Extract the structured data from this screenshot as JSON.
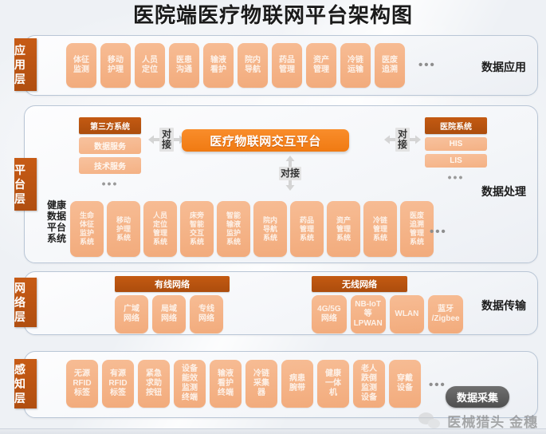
{
  "title": "医院端医疗物联网平台架构图",
  "layers": {
    "application": {
      "tag": "应用层",
      "right_label": "数据应用",
      "dots": "•••",
      "items": [
        {
          "l1": "体征",
          "l2": "监测"
        },
        {
          "l1": "移动",
          "l2": "护理"
        },
        {
          "l1": "人员",
          "l2": "定位"
        },
        {
          "l1": "医患",
          "l2": "沟通"
        },
        {
          "l1": "输液",
          "l2": "看护"
        },
        {
          "l1": "院内",
          "l2": "导航"
        },
        {
          "l1": "药品",
          "l2": "管理"
        },
        {
          "l1": "资产",
          "l2": "管理"
        },
        {
          "l1": "冷链",
          "l2": "运输"
        },
        {
          "l1": "医废",
          "l2": "追溯"
        }
      ]
    },
    "platform": {
      "tag": "平台层",
      "right_label": "数据处理",
      "core": "医疗物联网交互平台",
      "connector_left": {
        "c1": "对",
        "c2": "接"
      },
      "connector_right": {
        "c1": "对",
        "c2": "接"
      },
      "connector_bottom": "对接",
      "third_party": {
        "badge": "第三方系统",
        "items": [
          "数据服务",
          "技术服务"
        ],
        "dots": "•••"
      },
      "hospital": {
        "badge": "医院系统",
        "items": [
          "HIS",
          "LIS"
        ],
        "dots": "•••"
      },
      "health_platform_label": "健康数据平台系统",
      "dots": "•••",
      "systems": [
        {
          "lines": [
            "生命",
            "体征",
            "监护",
            "系统"
          ]
        },
        {
          "lines": [
            "移动",
            "护理",
            "系统"
          ]
        },
        {
          "lines": [
            "人员",
            "定位",
            "管理",
            "系统"
          ]
        },
        {
          "lines": [
            "床旁",
            "智能",
            "交互",
            "系统"
          ]
        },
        {
          "lines": [
            "智能",
            "输液",
            "监护",
            "系统"
          ]
        },
        {
          "lines": [
            "院内",
            "导航",
            "系统"
          ]
        },
        {
          "lines": [
            "药品",
            "管理",
            "系统"
          ]
        },
        {
          "lines": [
            "资产",
            "管理",
            "系统"
          ]
        },
        {
          "lines": [
            "冷链",
            "管理",
            "系统"
          ]
        },
        {
          "lines": [
            "医废",
            "追溯",
            "管理",
            "系统"
          ]
        }
      ]
    },
    "network": {
      "tag": "网络层",
      "right_label": "数据传输",
      "wired": {
        "badge": "有线网络",
        "items": [
          {
            "lines": [
              "广域",
              "网络"
            ]
          },
          {
            "lines": [
              "局域",
              "网络"
            ]
          },
          {
            "lines": [
              "专线",
              "网络"
            ]
          }
        ]
      },
      "wireless": {
        "badge": "无线网络",
        "items": [
          {
            "lines": [
              "4G/5G",
              "网络"
            ]
          },
          {
            "lines": [
              "NB-IoT",
              "等",
              "LPWAN"
            ]
          },
          {
            "lines": [
              "WLAN"
            ]
          },
          {
            "lines": [
              "蓝牙",
              "/Zigbee"
            ]
          }
        ]
      }
    },
    "perception": {
      "tag": "感知层",
      "right_label": "数据采集",
      "dots": "•••",
      "items": [
        {
          "lines": [
            "无源",
            "RFID",
            "标签"
          ]
        },
        {
          "lines": [
            "有源",
            "RFID",
            "标签"
          ]
        },
        {
          "lines": [
            "紧急",
            "求助",
            "按钮"
          ]
        },
        {
          "lines": [
            "设备",
            "能效",
            "监测",
            "终端"
          ]
        },
        {
          "lines": [
            "输液",
            "看护",
            "终端"
          ]
        },
        {
          "lines": [
            "冷链",
            "采集",
            "器"
          ]
        },
        {
          "lines": [
            "病患",
            "腕带"
          ]
        },
        {
          "lines": [
            "健康",
            "一体",
            "机"
          ]
        },
        {
          "lines": [
            "老人",
            "跌倒",
            "监测",
            "设备"
          ]
        },
        {
          "lines": [
            "穿戴",
            "设备"
          ]
        }
      ]
    }
  },
  "watermark": {
    "text": "医械猎头 金穗",
    "icon": "wechat-icon"
  },
  "colors": {
    "chip": "#f2ab7c",
    "badge": "#c45a12",
    "core": "#f07a12",
    "tag": "#c75b15",
    "shell_border": "#b9c6d6"
  }
}
